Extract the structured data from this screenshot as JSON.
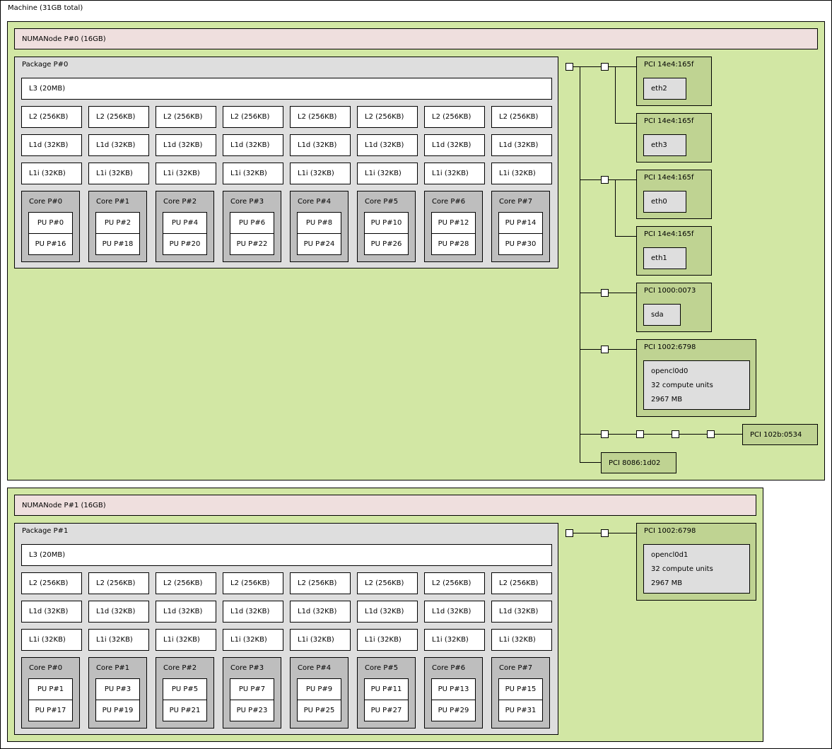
{
  "machine": {
    "label": "Machine (31GB total)"
  },
  "numa_nodes": [
    {
      "label": "NUMANode P#0 (16GB)",
      "package": {
        "label": "Package P#0",
        "l3": "L3 (20MB)",
        "l2": [
          "L2 (256KB)",
          "L2 (256KB)",
          "L2 (256KB)",
          "L2 (256KB)",
          "L2 (256KB)",
          "L2 (256KB)",
          "L2 (256KB)",
          "L2 (256KB)"
        ],
        "l1d": [
          "L1d (32KB)",
          "L1d (32KB)",
          "L1d (32KB)",
          "L1d (32KB)",
          "L1d (32KB)",
          "L1d (32KB)",
          "L1d (32KB)",
          "L1d (32KB)"
        ],
        "l1i": [
          "L1i (32KB)",
          "L1i (32KB)",
          "L1i (32KB)",
          "L1i (32KB)",
          "L1i (32KB)",
          "L1i (32KB)",
          "L1i (32KB)",
          "L1i (32KB)"
        ],
        "cores": [
          {
            "label": "Core P#0",
            "pus": [
              "PU P#0",
              "PU P#16"
            ]
          },
          {
            "label": "Core P#1",
            "pus": [
              "PU P#2",
              "PU P#18"
            ]
          },
          {
            "label": "Core P#2",
            "pus": [
              "PU P#4",
              "PU P#20"
            ]
          },
          {
            "label": "Core P#3",
            "pus": [
              "PU P#6",
              "PU P#22"
            ]
          },
          {
            "label": "Core P#4",
            "pus": [
              "PU P#8",
              "PU P#24"
            ]
          },
          {
            "label": "Core P#5",
            "pus": [
              "PU P#10",
              "PU P#26"
            ]
          },
          {
            "label": "Core P#6",
            "pus": [
              "PU P#12",
              "PU P#28"
            ]
          },
          {
            "label": "Core P#7",
            "pus": [
              "PU P#14",
              "PU P#30"
            ]
          }
        ]
      },
      "pci_devices": [
        {
          "label": "PCI 14e4:165f",
          "os": [
            "eth2"
          ]
        },
        {
          "label": "PCI 14e4:165f",
          "os": [
            "eth3"
          ]
        },
        {
          "label": "PCI 14e4:165f",
          "os": [
            "eth0"
          ]
        },
        {
          "label": "PCI 14e4:165f",
          "os": [
            "eth1"
          ]
        },
        {
          "label": "PCI 1000:0073",
          "os": [
            "sda"
          ]
        },
        {
          "label": "PCI 1002:6798",
          "os": [
            "opencl0d0",
            "32 compute units",
            "2967 MB"
          ]
        },
        {
          "label": "PCI 102b:0534",
          "os": []
        },
        {
          "label": "PCI 8086:1d02",
          "os": []
        }
      ]
    },
    {
      "label": "NUMANode P#1 (16GB)",
      "package": {
        "label": "Package P#1",
        "l3": "L3 (20MB)",
        "l2": [
          "L2 (256KB)",
          "L2 (256KB)",
          "L2 (256KB)",
          "L2 (256KB)",
          "L2 (256KB)",
          "L2 (256KB)",
          "L2 (256KB)",
          "L2 (256KB)"
        ],
        "l1d": [
          "L1d (32KB)",
          "L1d (32KB)",
          "L1d (32KB)",
          "L1d (32KB)",
          "L1d (32KB)",
          "L1d (32KB)",
          "L1d (32KB)",
          "L1d (32KB)"
        ],
        "l1i": [
          "L1i (32KB)",
          "L1i (32KB)",
          "L1i (32KB)",
          "L1i (32KB)",
          "L1i (32KB)",
          "L1i (32KB)",
          "L1i (32KB)",
          "L1i (32KB)"
        ],
        "cores": [
          {
            "label": "Core P#0",
            "pus": [
              "PU P#1",
              "PU P#17"
            ]
          },
          {
            "label": "Core P#1",
            "pus": [
              "PU P#3",
              "PU P#19"
            ]
          },
          {
            "label": "Core P#2",
            "pus": [
              "PU P#5",
              "PU P#21"
            ]
          },
          {
            "label": "Core P#3",
            "pus": [
              "PU P#7",
              "PU P#23"
            ]
          },
          {
            "label": "Core P#4",
            "pus": [
              "PU P#9",
              "PU P#25"
            ]
          },
          {
            "label": "Core P#5",
            "pus": [
              "PU P#11",
              "PU P#27"
            ]
          },
          {
            "label": "Core P#6",
            "pus": [
              "PU P#13",
              "PU P#29"
            ]
          },
          {
            "label": "Core P#7",
            "pus": [
              "PU P#15",
              "PU P#31"
            ]
          }
        ]
      },
      "pci_devices": [
        {
          "label": "PCI 1002:6798",
          "os": [
            "opencl0d1",
            "32 compute units",
            "2967 MB"
          ]
        }
      ]
    }
  ]
}
